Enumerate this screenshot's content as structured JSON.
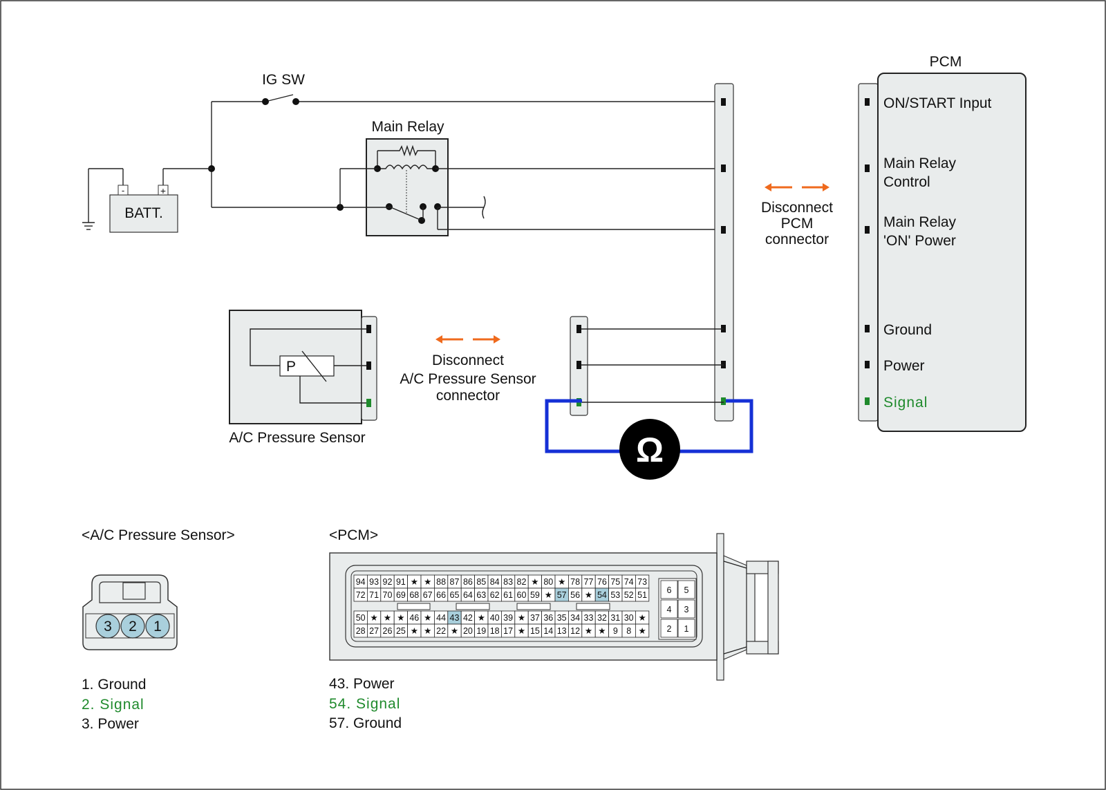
{
  "diagram": {
    "ig_sw_label": "IG SW",
    "main_relay_label": "Main Relay",
    "battery": {
      "label": "BATT.",
      "neg": "-",
      "pos": "+"
    },
    "pcm_title": "PCM",
    "pcm_pins": [
      "ON/START Input",
      "Main Relay",
      "Control",
      "Main Relay",
      "'ON' Power",
      "Ground",
      "Power",
      "Signal"
    ],
    "disconnect_pcm": [
      "Disconnect",
      "PCM",
      "connector"
    ],
    "disconnect_sensor": [
      "Disconnect",
      "A/C Pressure Sensor",
      "connector"
    ],
    "sensor_label": "A/C Pressure Sensor",
    "sensor_p": "P",
    "ohm_symbol": "Ω",
    "colors": {
      "signal": "#1f8a2c",
      "meter_lead": "#1530d6",
      "arrow": "#ef6a1d",
      "highlight": "#a9cfdc"
    }
  },
  "sensor_connector": {
    "title": "<A/C Pressure Sensor>",
    "pins": [
      "3",
      "2",
      "1"
    ],
    "legend": [
      "1. Ground",
      "2. Signal",
      "3. Power"
    ],
    "highlight_legend_index": 1
  },
  "pcm_connector": {
    "title": "<PCM>",
    "row1": [
      "94",
      "93",
      "92",
      "91",
      "★",
      "★",
      "88",
      "87",
      "86",
      "85",
      "84",
      "83",
      "82",
      "★",
      "80",
      "★",
      "78",
      "77",
      "76",
      "75",
      "74",
      "73"
    ],
    "row2": [
      "72",
      "71",
      "70",
      "69",
      "68",
      "67",
      "66",
      "65",
      "64",
      "63",
      "62",
      "61",
      "60",
      "59",
      "★",
      "57",
      "56",
      "★",
      "54",
      "53",
      "52",
      "51"
    ],
    "row3": [
      "50",
      "★",
      "★",
      "★",
      "46",
      "★",
      "44",
      "43",
      "42",
      "★",
      "40",
      "39",
      "★",
      "37",
      "36",
      "35",
      "34",
      "33",
      "32",
      "31",
      "30",
      "★"
    ],
    "row4": [
      "28",
      "27",
      "26",
      "25",
      "★",
      "★",
      "22",
      "★",
      "20",
      "19",
      "18",
      "17",
      "★",
      "15",
      "14",
      "13",
      "12",
      "★",
      "★",
      "9",
      "8",
      "★"
    ],
    "small_block": [
      [
        "6",
        "5"
      ],
      [
        "4",
        "3"
      ],
      [
        "2",
        "1"
      ]
    ],
    "highlighted": [
      "43",
      "54",
      "57"
    ],
    "legend": [
      "43. Power",
      "54. Signal",
      "57. Ground"
    ],
    "highlight_legend_index": 1
  }
}
